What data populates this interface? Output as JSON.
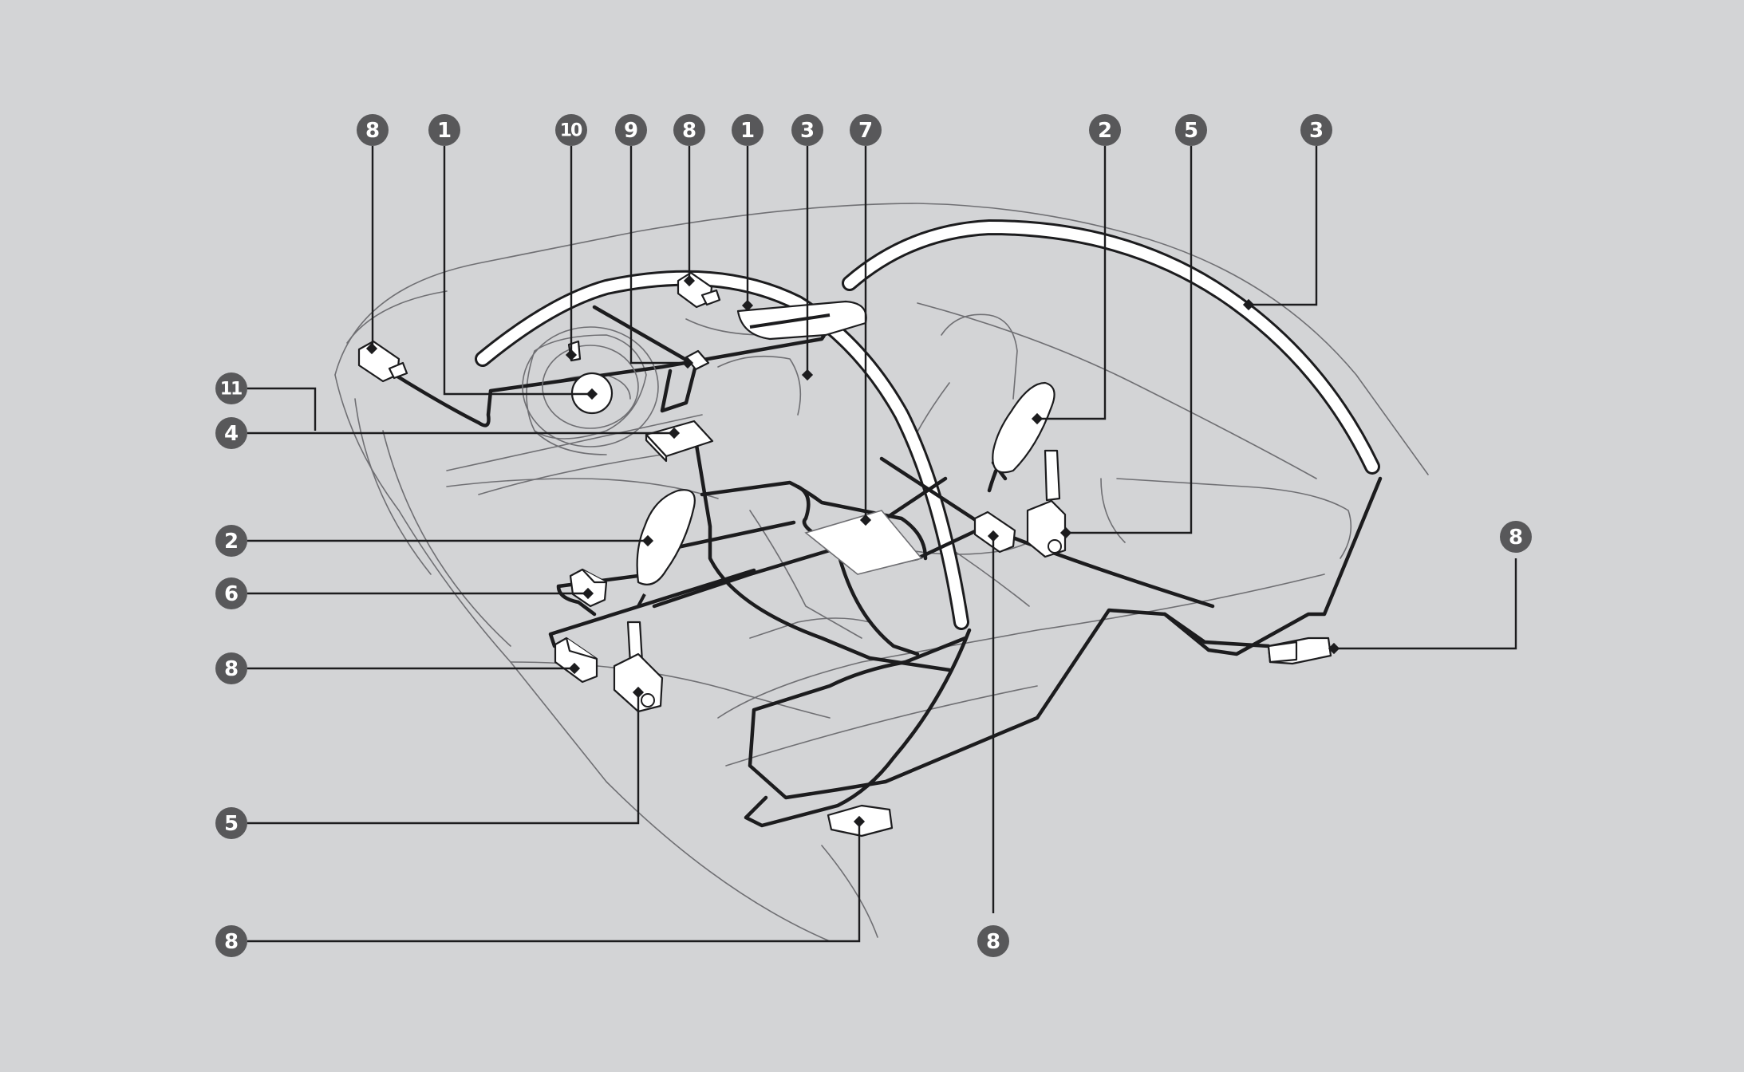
{
  "colors": {
    "background": "#d3d4d6",
    "badge": "#58585a",
    "line": "#1c1c1e"
  },
  "callouts": {
    "top_8a": "8",
    "top_1a": "1",
    "top_10": "10",
    "top_9": "9",
    "top_8b": "8",
    "top_1b": "1",
    "top_3a": "3",
    "top_7": "7",
    "top_2": "2",
    "top_5": "5",
    "top_3b": "3",
    "left_11": "11",
    "left_4": "4",
    "left_2": "2",
    "left_6": "6",
    "left_8": "8",
    "left_5": "5",
    "left_8b": "8",
    "bottom_8": "8",
    "right_8": "8"
  }
}
